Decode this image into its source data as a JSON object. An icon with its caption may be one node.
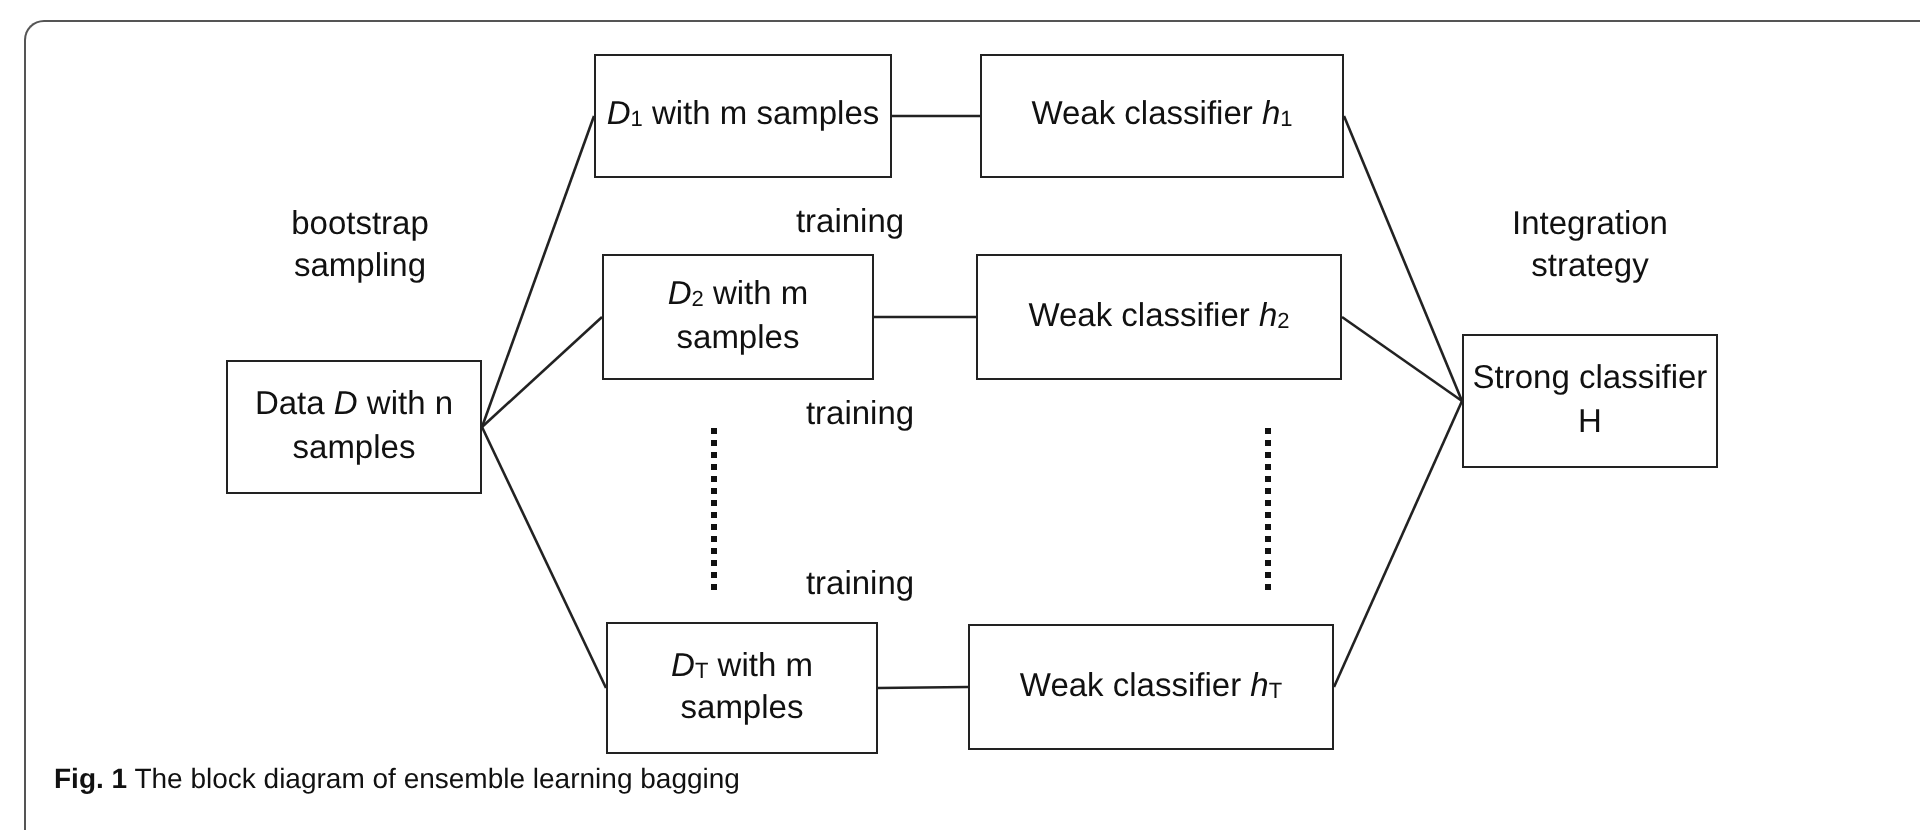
{
  "diagram": {
    "caption": "**Fig. 1** The block diagram of ensemble learning bagging",
    "nodes": [
      {
        "text": [
          "Data  *D* with n samples"
        ]
      },
      {
        "text": [
          "*D*$_{1}$ with m samples"
        ]
      },
      {
        "text": [
          "Weak classifier *h*$_{1}$"
        ]
      },
      {
        "text": [
          "*D*$_{2}$ with m samples"
        ]
      },
      {
        "text": [
          "Weak  classifier *h*$_{2}$"
        ]
      },
      {
        "text": [
          "*D*$_{T}$ with m samples"
        ]
      },
      {
        "text": [
          "Weak  classifier *h*$_{T}$"
        ]
      },
      {
        "text": [
          "Strong classifier H"
        ]
      }
    ],
    "edges": [
      {
        "from": 0,
        "to": 1,
        "arrow": "none"
      },
      {
        "from": 0,
        "to": 3,
        "arrow": "none"
      },
      {
        "from": 0,
        "to": 5,
        "arrow": "none"
      },
      {
        "from": 1,
        "to": 2,
        "arrow": "none"
      },
      {
        "from": 3,
        "to": 4,
        "arrow": "none"
      },
      {
        "from": 5,
        "to": 6,
        "arrow": "none"
      },
      {
        "from": 2,
        "to": 7,
        "arrow": "none"
      },
      {
        "from": 4,
        "to": 7,
        "arrow": "none"
      },
      {
        "from": 6,
        "to": 7,
        "arrow": "none"
      }
    ],
    "labels": [
      "bootstrap sampling",
      "training",
      "Integration strategy",
      "training",
      "training"
    ]
  }
}
